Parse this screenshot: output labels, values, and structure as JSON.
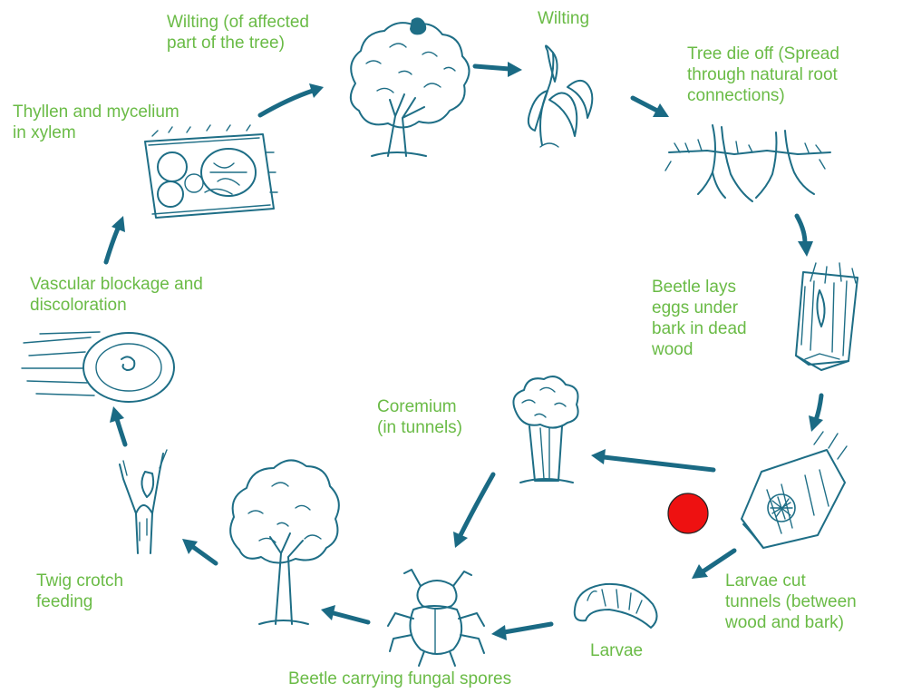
{
  "colors": {
    "label_text": "#6abb46",
    "line_art": "#1e6e86",
    "arrows": "#1a6a84",
    "marker": "#ee1111"
  },
  "labels": {
    "wilting_affected": "Wilting (of affected\npart of the tree)",
    "wilting": "Wilting",
    "tree_die_off": "Tree die off (Spread\nthrough natural root\nconnections)",
    "beetle_lays_eggs": "Beetle lays\neggs under\nbark in dead\nwood",
    "larvae_cut_tunnels": "Larvae cut\ntunnels (between\nwood and bark)",
    "larvae": "Larvae",
    "beetle_carrying": "Beetle carrying fungal spores",
    "coremium": "Coremium\n(in tunnels)",
    "twig_crotch": "Twig crotch\nfeeding",
    "vascular_blockage": "Vascular blockage and\ndiscoloration",
    "thyllen": "Thyllen and mycelium\nin xylem"
  },
  "illustrations": [
    "tree-partial-wilt-icon",
    "wilting-leaves-icon",
    "dead-tree-roots-icon",
    "bark-with-eggs-icon",
    "larval-tunnels-icon",
    "larva-icon",
    "beetle-icon",
    "coremium-icon",
    "tree-icon",
    "twig-crotch-icon",
    "stem-cross-section-icon",
    "xylem-cells-icon"
  ],
  "marker": {
    "shape": "circle",
    "color": "#ee1111"
  }
}
